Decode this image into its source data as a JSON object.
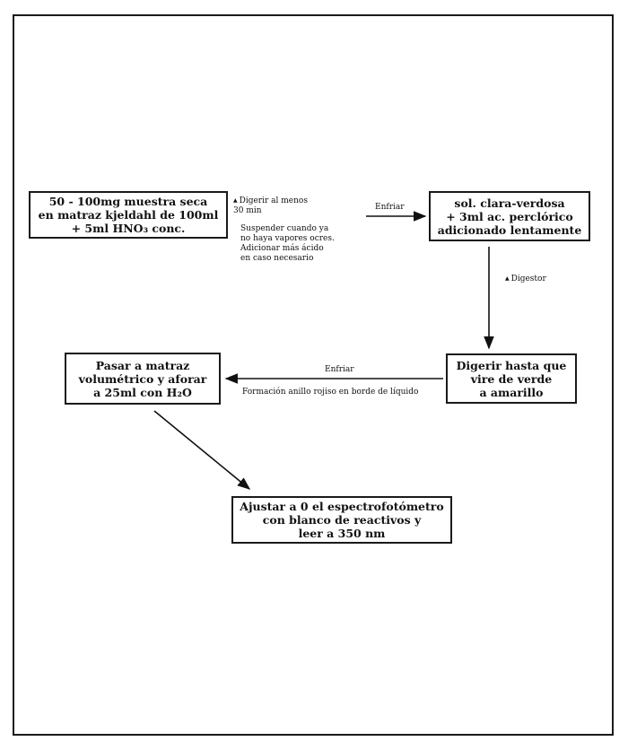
{
  "boxes": {
    "b1": [
      "50 - 100mg muestra seca",
      "en matraz kjeldahl de 100ml",
      "+ 5ml HNO₃ conc."
    ],
    "b2": [
      "sol. clara-verdosa",
      "+ 3ml ac. perclórico",
      "adicionado lentamente"
    ],
    "b3": [
      "Digerir hasta que",
      "vire de verde",
      "a amarillo"
    ],
    "b4": [
      "Pasar a matraz",
      "volumétrico y aforar",
      "a 25ml con H₂O"
    ],
    "b5": [
      "Ajustar a 0 el espectrofotómetro",
      "con blanco de reactivos y",
      "leer a 350 nm"
    ]
  },
  "notes": {
    "digerir": [
      "Digerir al menos",
      "30 min"
    ],
    "suspender": [
      "Suspender cuando ya",
      "no haya vapores ocres.",
      "Adicionar más ácido",
      "en caso necesario"
    ],
    "enfriar1": "Enfriar",
    "digestor": "Digestor",
    "enfriar2": "Enfriar",
    "formacion": "Formación anillo rojiso en borde de líquido"
  }
}
